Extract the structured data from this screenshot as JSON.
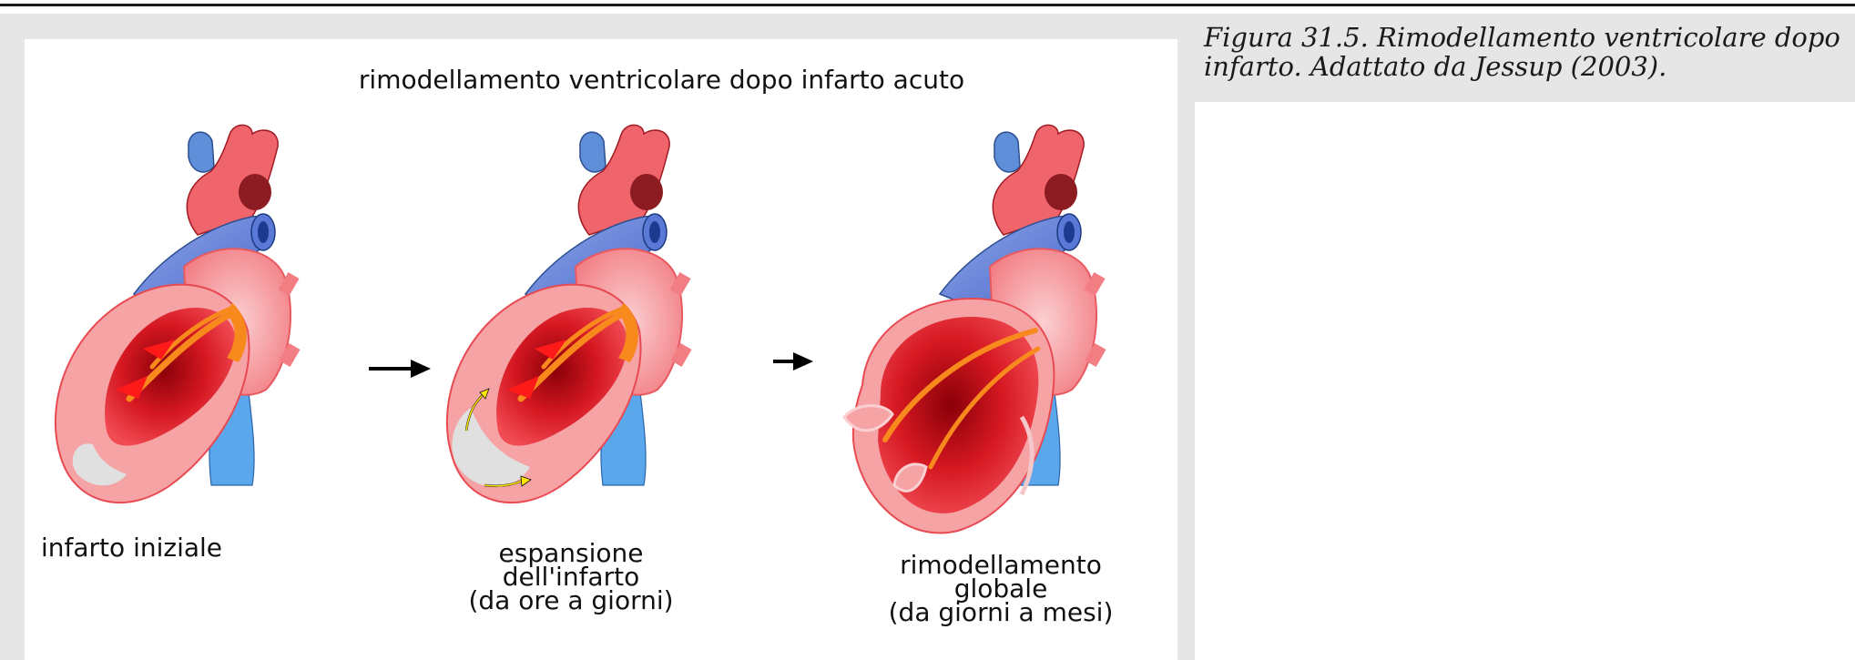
{
  "figure": {
    "title": "rimodellamento ventricolare dopo infarto acuto",
    "stages": [
      {
        "lines": [
          "infarto iniziale"
        ]
      },
      {
        "lines": [
          "espansione",
          "dell'infarto",
          "(da ore a giorni)"
        ]
      },
      {
        "lines": [
          "rimodellamento",
          "globale",
          "(da giorni a mesi)"
        ]
      }
    ]
  },
  "caption": {
    "text": "Figura 31.5. Rimodellamento ventricolare dopo infarto. Adattato da Jessup (2003)."
  },
  "colors": {
    "frame": "#e6e6e6",
    "aorta": "#f0656b",
    "vein": "#6b86d8",
    "heart": "#f6a3a6",
    "ventricle_inner": "#d8121b",
    "conduction": "#f7891d",
    "scar": "#e0e0e0",
    "arrow_yellow": "#ffe600"
  }
}
